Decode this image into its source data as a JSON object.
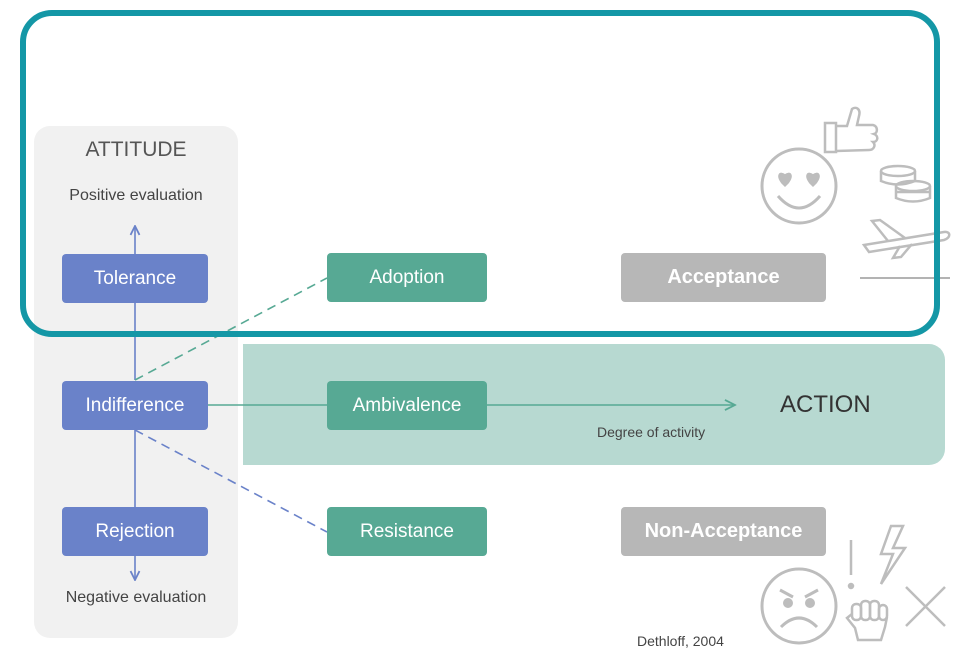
{
  "attitude": {
    "title": "ATTITUDE",
    "positive_label": "Positive evaluation",
    "negative_label": "Negative evaluation",
    "states": [
      "Tolerance",
      "Indifference",
      "Rejection"
    ]
  },
  "responses": [
    "Adoption",
    "Ambivalence",
    "Resistance"
  ],
  "outcomes": {
    "acceptance": "Acceptance",
    "non_acceptance": "Non-Acceptance"
  },
  "action": {
    "title": "ACTION",
    "axis_label": "Degree of activity"
  },
  "citation": "Dethloff, 2004",
  "colors": {
    "attitude_box": "#6a82c9",
    "response_box": "#57a994",
    "outcome_box": "#b7b7b7",
    "action_band": "#b7d9d1",
    "highlight_frame": "#1497a6"
  },
  "icons": [
    "happy-face-icon",
    "thumbs-up-icon",
    "coins-icon",
    "airplane-icon",
    "sad-face-icon",
    "lightning-icon",
    "fist-icon",
    "cross-icon"
  ]
}
